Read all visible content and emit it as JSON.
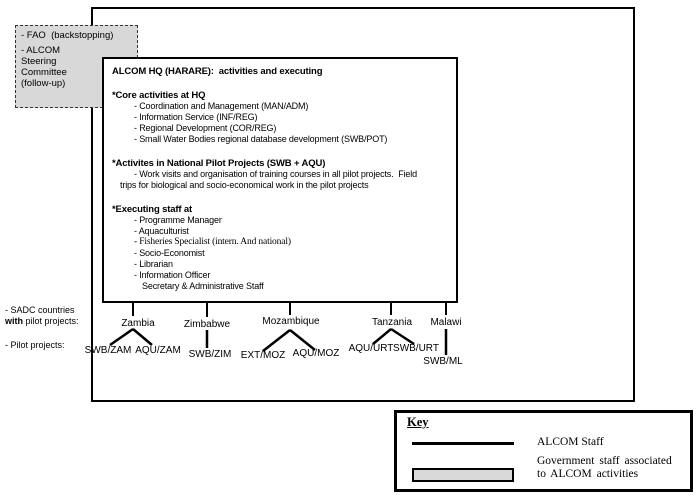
{
  "colors": {
    "box_fill_gray": "#d8d8d8",
    "legend_swatch_gray": "#d9d9d9",
    "line_black": "#000000"
  },
  "fao_box": {
    "line1": "- FAO  (backstopping)",
    "line2": "- ALCOM",
    "line3": "Steering",
    "line4": "Committee",
    "line5": "(follow-up)"
  },
  "hq": {
    "title": "ALCOM HQ (HARARE):  activities and executing",
    "core_heading": "*Core activities at HQ",
    "core_items": [
      "- Coordination and Management (MAN/ADM)",
      "- Information Service (INF/REG)",
      "- Regional Development (COR/REG)",
      "- Small Water Bodies regional database development (SWB/POT)"
    ],
    "pilot_heading": "*Activites in National Pilot Projects (SWB + AQU)",
    "pilot_line1": "- Work visits and organisation of training courses in all pilot projects.  Field",
    "pilot_line2": "trips for biological and socio-economical work in the pilot projects",
    "staff_heading": "*Executing staff at",
    "staff_items": [
      "- Programme Manager",
      "- Aquaculturist",
      "- Fisheries Specialist (intern. And national)",
      "- Socio-Economist",
      "- Librarian",
      "- Information Officer",
      "Secretary & Administrative Staff"
    ]
  },
  "left_labels": {
    "sadc_line1": "- SADC countries",
    "sadc_with": "with",
    "sadc_rest": " pilot projects:",
    "pilot": "- Pilot projects:"
  },
  "countries": [
    {
      "name": "Zambia",
      "projects": [
        "SWB/ZAM",
        "AQU/ZAM"
      ]
    },
    {
      "name": "Zimbabwe",
      "projects": [
        "SWB/ZIM"
      ]
    },
    {
      "name": "Mozambique",
      "projects": [
        "EXT/MOZ",
        "AQU/MOZ"
      ]
    },
    {
      "name": "Tanzania",
      "projects": [
        "AQU/URT",
        "SWB/URT"
      ]
    },
    {
      "name": "Malawi",
      "projects": [
        "SWB/ML"
      ]
    }
  ],
  "key": {
    "title": "Key",
    "line_label": "ALCOM Staff",
    "box_label_line1": "Government staff associated",
    "box_label_line2": "to ALCOM activities"
  }
}
